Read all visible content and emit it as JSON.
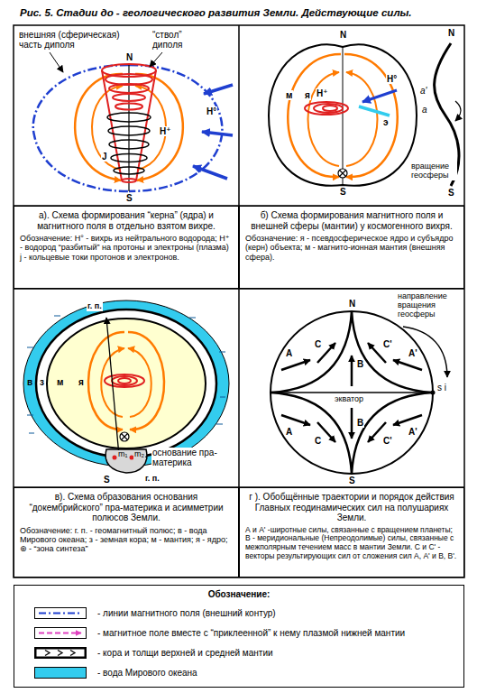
{
  "diagram": {
    "title": "Рис. 5. Стадии до - геологического развития Земли. Действующие силы.",
    "nodes": [
      {
        "text": [
          "а). Схема формирования “керна” (ядра) и магнитного поля в отдельно взятом вихре.",
          "Обозначение: Н° - вихрь из нейтрального водорода; Н⁺ - водород “разбитый” на протоны и электроны (плазма) j - кольцевые токи протонов и электронов."
        ]
      },
      {
        "text": [
          "б) Схема формирования магнитного поля и внешней сферы (мантии) у космогенного вихря.",
          "Обозначение: я - псевдосферическое ядро и субъядро (керн) объекта; м - магнито-ионная мантия (внешняя сфера)."
        ]
      },
      {
        "text": [
          "в). Схема образования основания “докембрийского” пра-материка и асимметрии полюсов Земли.",
          "Обозначение: г. п. - геомагнитный полюс; в - вода Мирового океана; з - земная кора; м - мантия; я - ядро; ⊛ - “зона синтеза”"
        ]
      },
      {
        "text": [
          "г ). Обобщённые траектории и порядок действия Главных геодинамических сил на полушариях Земли.",
          "А и А' -широтные силы, связанные с вращением планеты; В - меридиональные (Непреодолимые) силы, связанные с межполярным течением масс в мантии Земли. С и С' - векторы результирующих сил от сложения сил А, А' и В, В'."
        ]
      },
      {
        "text": [
          "Обозначение:"
        ]
      }
    ],
    "labels": [
      "внешняя (сферическая) часть диполя",
      "“ствол” диполя",
      "N",
      "S",
      "H⁺",
      "H°",
      "J",
      "N",
      "S",
      "м",
      "я",
      "H⁺",
      "H°",
      "э",
      "вращение геосферы",
      "N",
      "S",
      "a",
      "a'",
      "г. п.",
      "в",
      "з",
      "м",
      "я",
      "основание пра-материка",
      "S",
      "m₁",
      "m₂",
      "г. п.",
      "направление вращения геосферы",
      "N",
      "A",
      "C",
      "C'",
      "A'",
      "B",
      "экватор",
      "s i",
      "A",
      "C",
      "B",
      "C'",
      "A'",
      "S"
    ],
    "legend": [
      {
        "text": "- линии магнитного поля (внешний контур)"
      },
      {
        "text": "- магнитное поле вместе с “приклеенной” к нему плазмой нижней мантии"
      },
      {
        "text": "- кора и толщи верхней и средней мантии"
      },
      {
        "text": "- вода Мирового океана",
        "color": "#33ccee"
      }
    ]
  }
}
